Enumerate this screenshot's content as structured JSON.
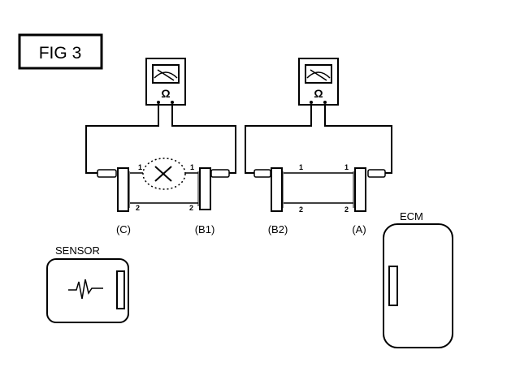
{
  "figure": {
    "title": "FIG 3"
  },
  "meters": [
    {
      "symbol": "Ω"
    },
    {
      "symbol": "Ω"
    }
  ],
  "connectors": {
    "c": "(C)",
    "b1": "(B1)",
    "b2": "(B2)",
    "a": "(A)"
  },
  "pins": {
    "one": "1",
    "two": "2"
  },
  "sensor": {
    "label": "SENSOR"
  },
  "ecm": {
    "label": "ECM"
  },
  "colors": {
    "ink": "#000000",
    "paper": "#ffffff"
  }
}
